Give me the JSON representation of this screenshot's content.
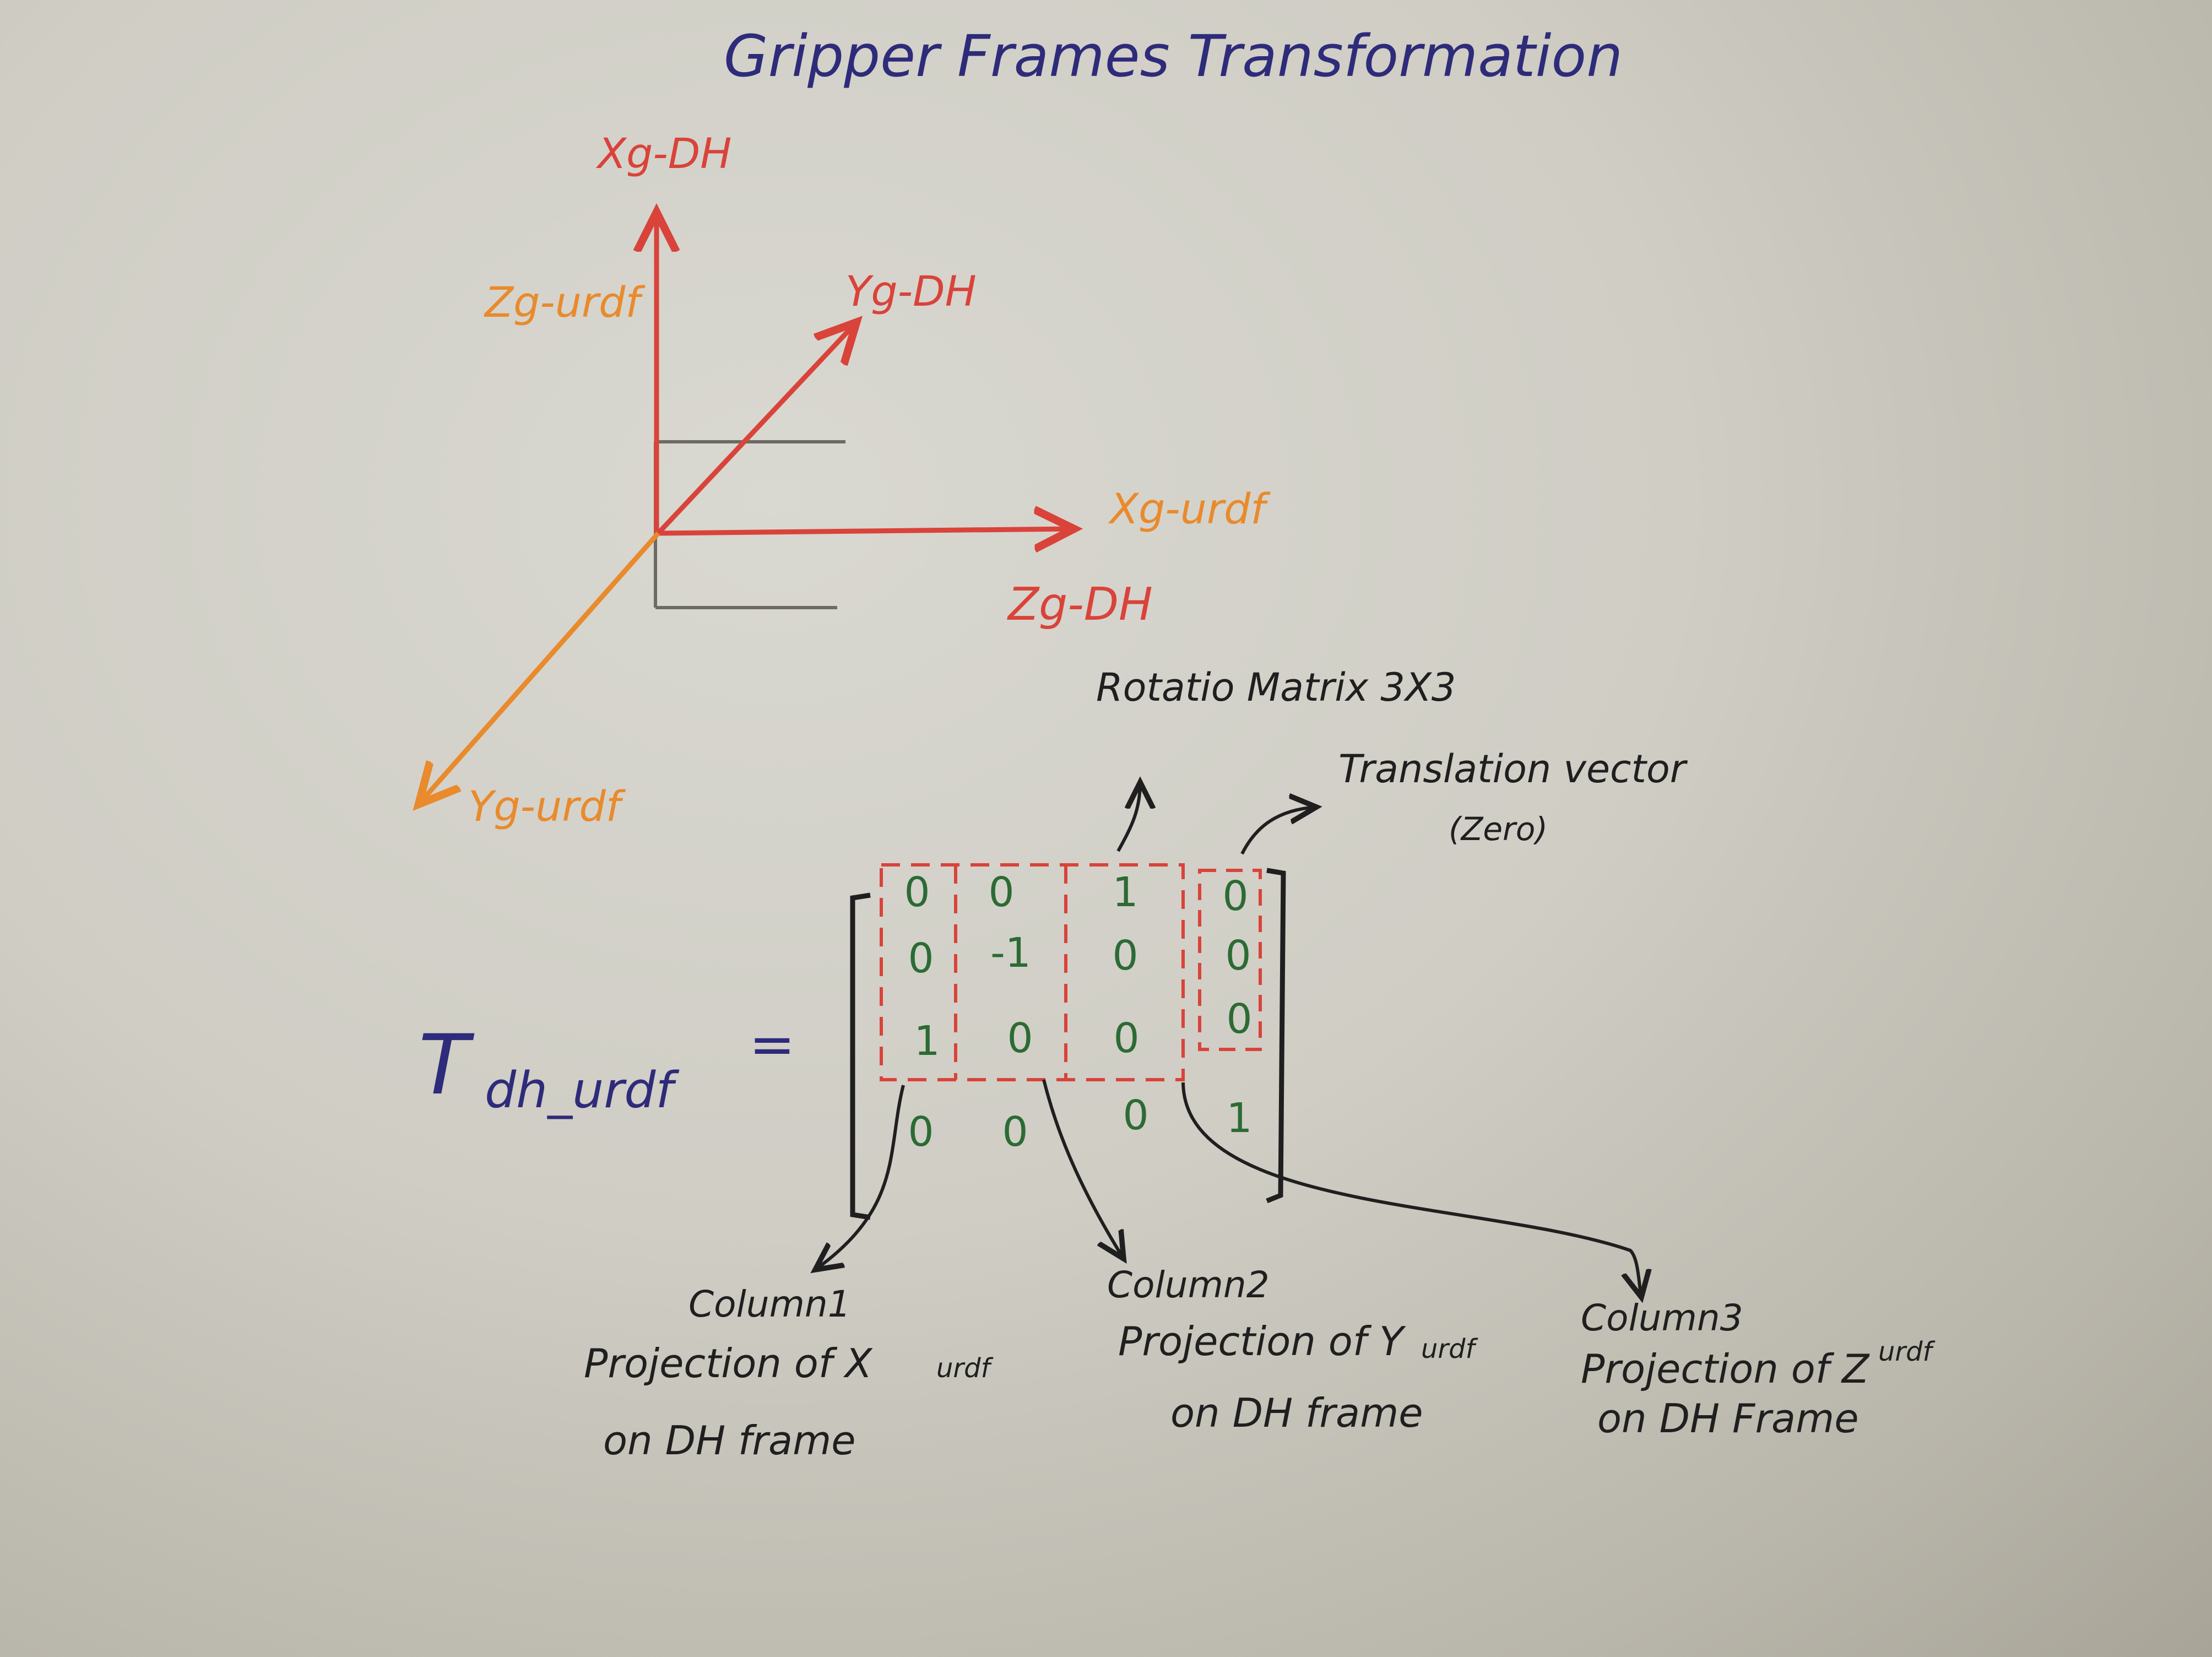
{
  "title": "Gripper Frames Transformation",
  "axes": {
    "x_g_dh": "Xg-DH",
    "z_g_urdf": "Zg-urdf",
    "y_g_dh": "Yg-DH",
    "x_g_urdf": "Xg-urdf",
    "z_g_dh": "Zg-DH",
    "y_g_urdf": "Yg-urdf"
  },
  "labels": {
    "rotation": "Rotatio Matrix 3X3",
    "translation": "Translation vector",
    "translation_note": "(Zero)",
    "transform_symbol": "T",
    "transform_subscript": "dh_urdf",
    "equals": "="
  },
  "matrix": [
    [
      "0",
      "0",
      "1",
      "0"
    ],
    [
      "0",
      "-1",
      "0",
      "0"
    ],
    [
      "1",
      "0",
      "0",
      "0"
    ],
    [
      "0",
      "0",
      "0",
      "1"
    ]
  ],
  "columns": [
    {
      "heading": "Column1",
      "line1": "Projection of X",
      "sub": "urdf",
      "line2": "on DH frame"
    },
    {
      "heading": "Column2",
      "line1": "Projection of Y",
      "sub": "urdf",
      "line2": "on DH frame"
    },
    {
      "heading": "Column3",
      "line1": "Projection of Z",
      "sub": "urdf",
      "line2": "on DH Frame"
    }
  ],
  "colors": {
    "red": "#d9433a",
    "orange": "#e98a2c",
    "navy": "#2e2b7a",
    "green": "#2c6b34",
    "black": "#1f1f1f"
  }
}
